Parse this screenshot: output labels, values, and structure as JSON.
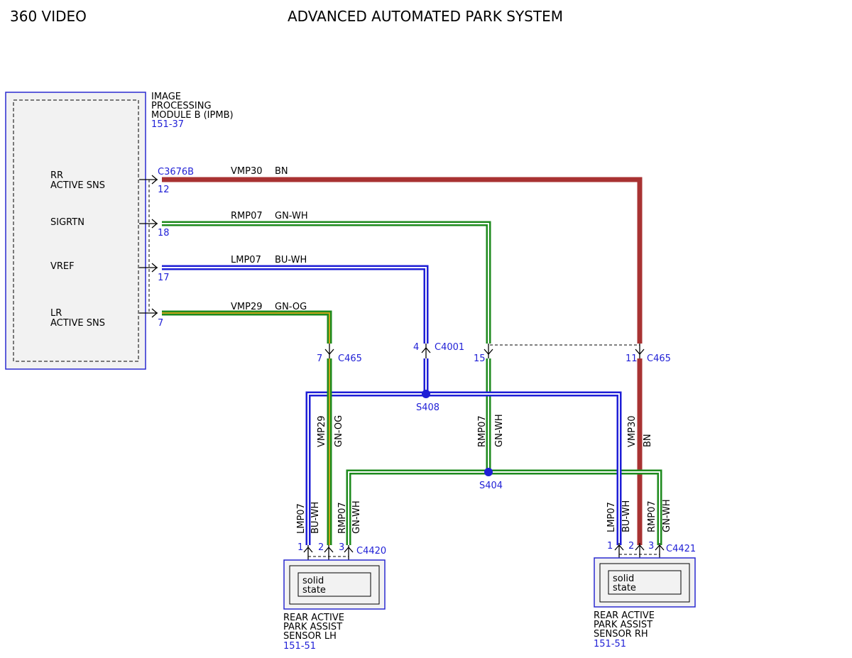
{
  "header": {
    "left_title": "360 VIDEO",
    "center_title": "ADVANCED AUTOMATED PARK SYSTEM"
  },
  "ipmb": {
    "name_lines": [
      "IMAGE",
      "PROCESSING",
      "MODULE B (IPMB)"
    ],
    "ref": "151-37",
    "pins": [
      {
        "label_lines": [
          "RR",
          "ACTIVE SNS"
        ],
        "pin": "12"
      },
      {
        "label_lines": [
          "SIGRTN"
        ],
        "pin": "18"
      },
      {
        "label_lines": [
          "VREF"
        ],
        "pin": "17"
      },
      {
        "label_lines": [
          "LR",
          "ACTIVE SNS"
        ],
        "pin": "7"
      }
    ],
    "connector": "C3676B"
  },
  "wires": [
    {
      "circuit": "VMP30",
      "color_code": "BN",
      "stroke": "#a83232",
      "fill": "#a83232"
    },
    {
      "circuit": "RMP07",
      "color_code": "GN-WH",
      "stroke": "#1d8a1d",
      "fill": "#ffffff"
    },
    {
      "circuit": "LMP07",
      "color_code": "BU-WH",
      "stroke": "#1f1fd6",
      "fill": "#ffffff"
    },
    {
      "circuit": "VMP29",
      "color_code": "GN-OG",
      "stroke": "#1d8a1d",
      "fill": "#c8a41a"
    }
  ],
  "connectors": {
    "c465_left": {
      "pin": "7",
      "name": "C465"
    },
    "c4001": {
      "pin": "4",
      "name": "C4001"
    },
    "c465_mid_pin": "15",
    "c465_right": {
      "pin": "11",
      "name": "C465"
    }
  },
  "splices": {
    "s408": "S408",
    "s404": "S404"
  },
  "sensor_lh": {
    "connector": "C4420",
    "pins": [
      "1",
      "2",
      "3"
    ],
    "wire_labels": [
      [
        "LMP07",
        "BU-WH"
      ],
      [
        "VMP29",
        "GN-OG"
      ],
      [
        "RMP07",
        "GN-WH"
      ]
    ],
    "inner_text": [
      "solid",
      "state"
    ],
    "name_lines": [
      "REAR ACTIVE",
      "PARK ASSIST",
      "SENSOR LH"
    ],
    "ref": "151-51"
  },
  "sensor_rh": {
    "connector": "C4421",
    "pins": [
      "1",
      "2",
      "3"
    ],
    "wire_labels": [
      [
        "LMP07",
        "BU-WH"
      ],
      [
        "VMP30",
        "BN"
      ],
      [
        "RMP07",
        "GN-WH"
      ]
    ],
    "inner_text": [
      "solid",
      "state"
    ],
    "name_lines": [
      "REAR ACTIVE",
      "PARK ASSIST",
      "SENSOR RH"
    ],
    "ref": "151-51"
  },
  "colors": {
    "brown": "#a83232",
    "green": "#1d8a1d",
    "blue": "#1f1fd6",
    "orange": "#c8a41a",
    "module_border": "#2a2ad0",
    "module_fill": "#f2f2f2"
  }
}
